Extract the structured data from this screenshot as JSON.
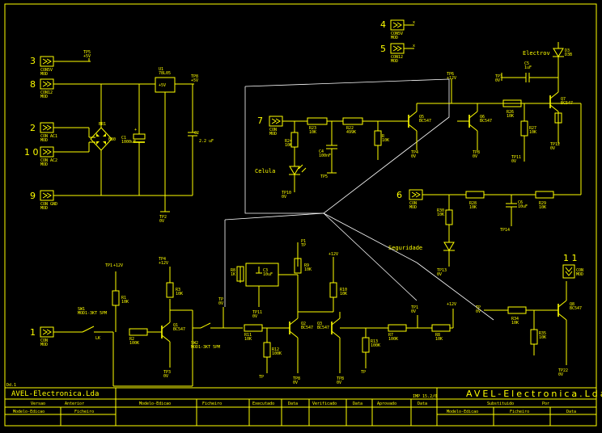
{
  "connectors": {
    "c3": "3",
    "c8": "8",
    "c2": "2",
    "c10": "1 0",
    "c9": "9",
    "c4": "4",
    "c5": "5",
    "c7": "7",
    "c6": "6",
    "c1": "1",
    "c11": "1 1"
  },
  "labels": {
    "electrovalvula": "Electrov",
    "celula": "Celula",
    "seguridade": "Seguridade",
    "vcc12": "+12V"
  },
  "title_block": {
    "left_ref": "Dd.1",
    "company_left": "AVEL-Electronica.Lda",
    "version_label": "Versao",
    "previous_label": "Anterior",
    "model_left": "Modelo-Edicao",
    "file_left": "Ficheiro",
    "model_mid": "Modelo-Edicao",
    "file_mid": "Ficheiro",
    "executed": "Executado",
    "date1": "Data",
    "verified": "Verificado",
    "date2": "Data",
    "approved": "Aprovado",
    "date3": "Data",
    "company_right": "AVEL-Electronica.Lda",
    "substitutes": "Substituido",
    "por": "Por",
    "model_right": "Modelo-Edicao",
    "file_right": "Ficheiro",
    "date_right": "Data",
    "sheet_code": "IMP 15.2/0"
  }
}
